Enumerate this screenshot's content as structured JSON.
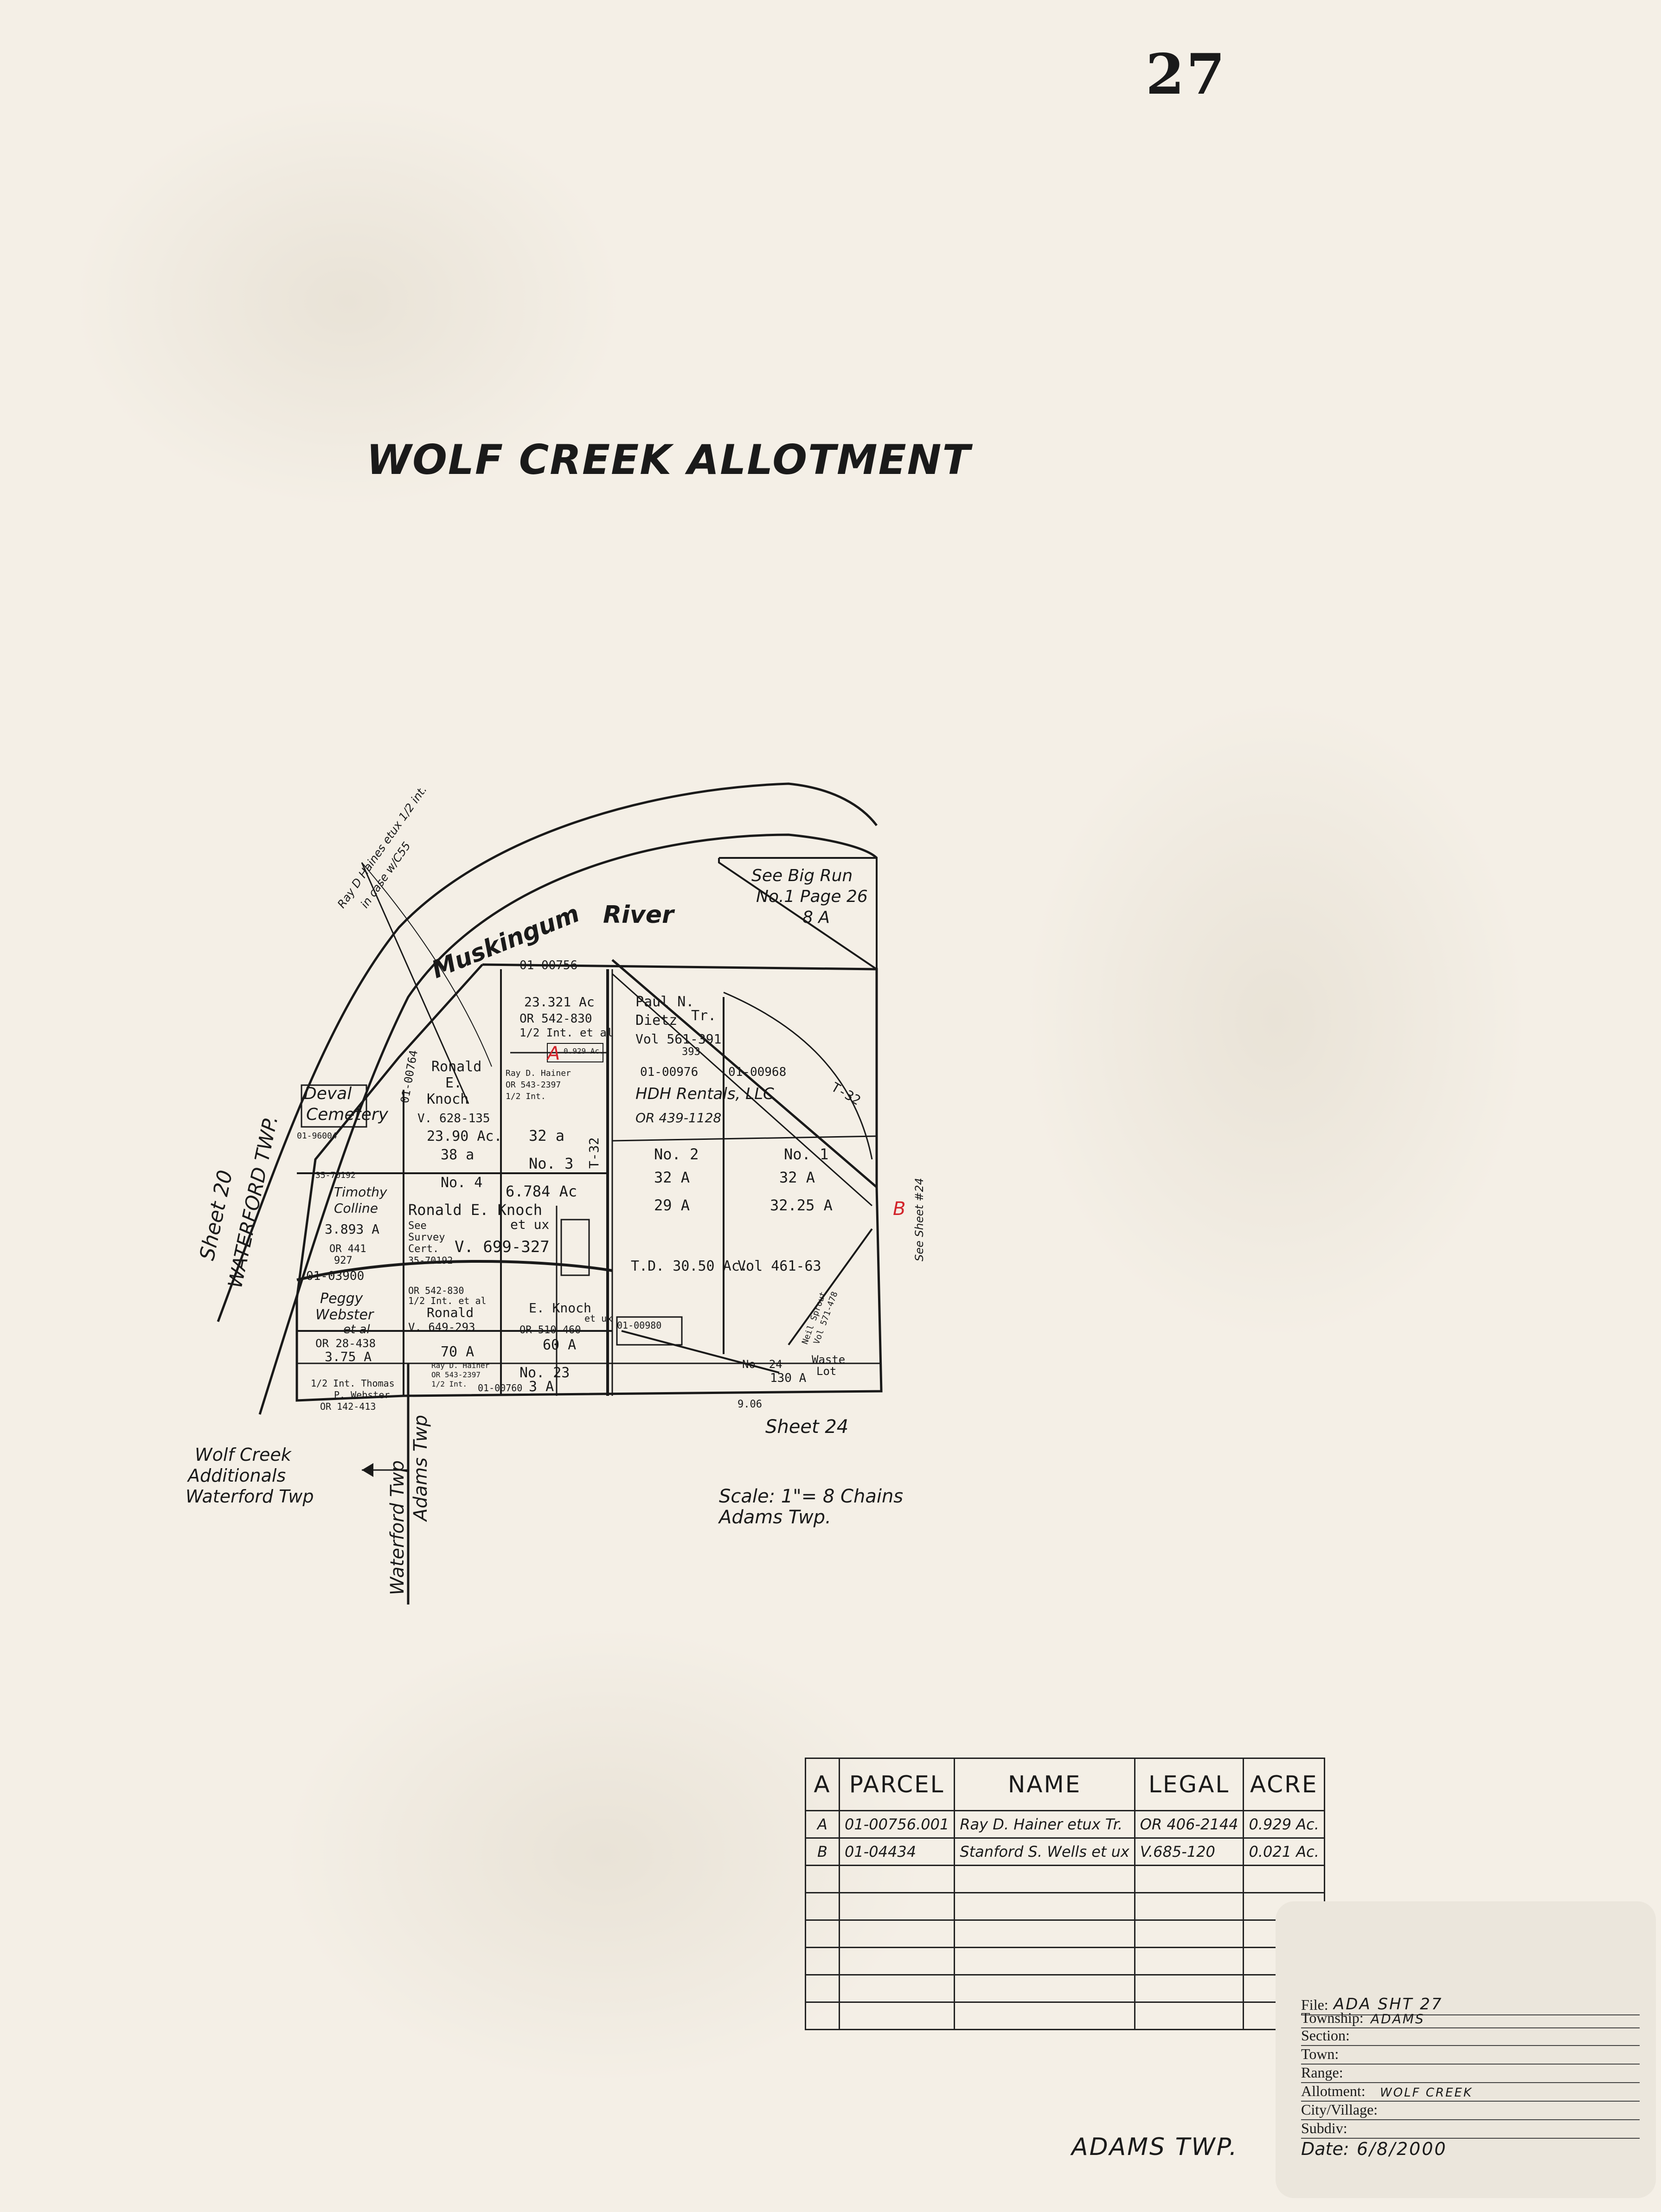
{
  "sheet_number": "27",
  "title": "WOLF CREEK ALLOTMENT",
  "map_labels": {
    "river": "Muskingum River",
    "river_word1": "Muskingum",
    "river_word2": "River",
    "see_big_run_1": "See Big Run",
    "see_big_run_2": "No.1 Page 26",
    "see_big_run_3": "8 A",
    "sheet20": "Sheet 20",
    "waterford_twp_left": "WATERFORD TWP.",
    "deval_cemetery_1": "Deval",
    "deval_cemetery_2": "Cemetery",
    "deval_parcel": "01-96004",
    "pardhaines_note_1": "Ray D Haines etux 1/2 int.",
    "pardhaines_note_2": "in case w/C55",
    "parcel_01_00756": "01-00756",
    "parcel_23321_1": "23.321 Ac",
    "parcel_23321_2": "OR 542-830",
    "parcel_23321_3": "1/2 Int. et al",
    "marker_a": "A",
    "marker_a_acre": "0.929 Ac.",
    "ray_hainer_1": "Ray D. Hainer",
    "ray_hainer_2": "OR 543-2397",
    "ray_hainer_3": "1/2 Int.",
    "paul_dietz_1": "Paul N.",
    "paul_dietz_2": "Dietz",
    "paul_dietz_3": "Tr.",
    "paul_dietz_4": "Vol 561-391",
    "paul_dietz_5": "393",
    "ronald_knoch_1": "01-00764",
    "ronald_knoch_2": "Ronald",
    "ronald_knoch_3": "E.",
    "ronald_knoch_4": "Knoch",
    "ronald_knoch_5": "V. 628-135",
    "ronald_knoch_6": "23.90 Ac.",
    "ronald_knoch_7": "38 a",
    "no4": "No. 4",
    "no3": "No. 3",
    "lot32a": "32 a",
    "t32a": "T-32",
    "t32b": "T-32",
    "parcel_01_00976": "01-00976",
    "parcel_01_00968": "01-00968",
    "hdh_rentals": "HDH Rentals, LLC",
    "hdh_or": "OR 439-1128",
    "no2": "No. 2",
    "no2_acre": "32 A",
    "no2_acre2": "29 A",
    "no1": "No. 1",
    "no1_acre": "32 A",
    "no1_acre2": "32.25 A",
    "td_acre": "T.D. 30.50 Ac.",
    "vol461": "Vol 461-63",
    "marker_b": "B",
    "see_sheet_24_side": "See Sheet #24",
    "timothy_1": "35-70192",
    "timothy_2": "Timothy",
    "timothy_3": "Colline",
    "timothy_4": "3.893 A",
    "timothy_5": "OR 441",
    "timothy_6": "927",
    "knoch_684_1": "6.784 Ac",
    "knoch_684_2": "Ronald E. Knoch",
    "knoch_684_3": "et ux",
    "knoch_684_4": "V. 699-327",
    "see_survey_1": "See",
    "see_survey_2": "Survey",
    "see_survey_3": "Cert.",
    "see_survey_4": "35-70192",
    "parcel_01_03900": "01-03900",
    "peggy_1": "Peggy",
    "peggy_2": "Webster",
    "peggy_3": "et al",
    "peggy_4": "OR 28-438",
    "peggy_5": "3.75 A",
    "ronald_649_1": "OR 542-830",
    "ronald_649_2": "1/2 Int. et al",
    "ronald_649_3": "Ronald",
    "ronald_649_4": "V. 649-293",
    "ronald_649_5": "70 A",
    "eknoch_1": "E. Knoch",
    "eknoch_2": "et ux",
    "eknoch_3": "OR 510-460",
    "eknoch_4": "60 A",
    "parcel_01_00980": "01-00980",
    "no23": "No. 23",
    "no23_acre": "3 A",
    "parcel_01_00760": "01-00760",
    "ray_hainer_bot_1": "Ray D. Hainer",
    "ray_hainer_bot_2": "OR 543-2397",
    "ray_hainer_bot_3": "1/2 Int.",
    "thomas_1": "1/2 Int. Thomas",
    "thomas_2": "P. Webster",
    "thomas_3": "OR 142-413",
    "no24": "No. 24",
    "waste_lot_1": "Waste",
    "waste_lot_2": "Lot",
    "acre_130": "130 A",
    "acre_906": "9.06",
    "neil_1": "Neil Sprout",
    "neil_2": "Vol 571-478",
    "sheet24": "Sheet 24",
    "wolf_creek_add_1": "Wolf Creek",
    "wolf_creek_add_2": "Additionals",
    "wolf_creek_add_3": "Waterford Twp",
    "waterford_twp_v": "Waterford Twp",
    "adams_twp_v": "Adams Twp",
    "scale": "Scale: 1\"= 8 Chains",
    "scale_twp": "Adams Twp."
  },
  "parcel_table": {
    "headers": [
      "A",
      "PARCEL",
      "NAME",
      "LEGAL",
      "ACRE"
    ],
    "rows": [
      {
        "key": "A",
        "parcel": "01-00756.001",
        "name": "Ray D. Hainer etux Tr.",
        "legal": "OR 406-2144",
        "acre": "0.929 Ac."
      },
      {
        "key": "B",
        "parcel": "01-04434",
        "name": "Stanford S. Wells et ux",
        "legal": "V.685-120",
        "acre": "0.021 Ac."
      },
      {
        "key": "",
        "parcel": "",
        "name": "",
        "legal": "",
        "acre": ""
      },
      {
        "key": "",
        "parcel": "",
        "name": "",
        "legal": "",
        "acre": ""
      },
      {
        "key": "",
        "parcel": "",
        "name": "",
        "legal": "",
        "acre": ""
      },
      {
        "key": "",
        "parcel": "",
        "name": "",
        "legal": "",
        "acre": ""
      },
      {
        "key": "",
        "parcel": "",
        "name": "",
        "legal": "",
        "acre": ""
      },
      {
        "key": "",
        "parcel": "",
        "name": "",
        "legal": "",
        "acre": ""
      }
    ]
  },
  "title_block": {
    "file_label": "File:",
    "file_value": "ADA SHT 27",
    "township_label": "Township:",
    "township_value": "ADAMS",
    "section_label": "Section:",
    "town_label": "Town:",
    "range_label": "Range:",
    "allotment_label": "Allotment:",
    "allotment_value": "WOLF CREEK",
    "city_label": "City/Village:",
    "subdiv_label": "Subdiv:",
    "date_label": "Date:",
    "date_value": "6/8/2000"
  },
  "footer_twp": "ADAMS TWP."
}
